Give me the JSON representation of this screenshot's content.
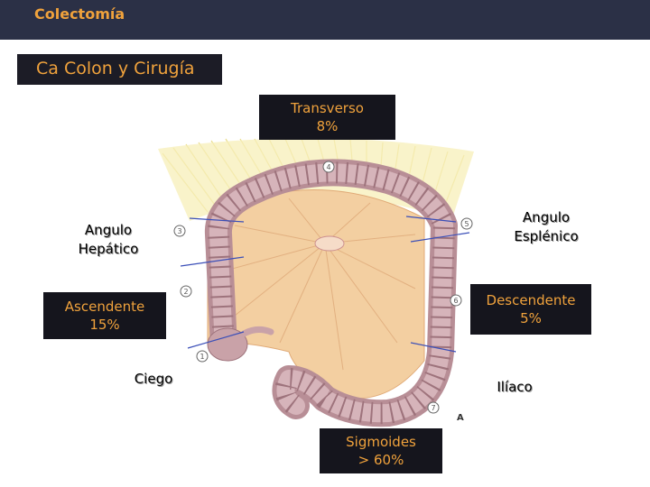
{
  "header": {
    "title": "Colectomía"
  },
  "subtitle": "Ca Colon y Cirugía",
  "boxes": {
    "transverso": {
      "name": "Transverso",
      "value": "8%"
    },
    "ascendente": {
      "name": "Ascendente",
      "value": "15%"
    },
    "descendente": {
      "name": "Descendente",
      "value": "5%"
    },
    "sigmoides": {
      "name": "Sigmoides",
      "value": "> 60%"
    }
  },
  "labels": {
    "hepatico_1": "Angulo",
    "hepatico_2": "Hepático",
    "esplenico_1": "Angulo",
    "esplenico_2": "Esplénico",
    "ciego": "Ciego",
    "iliaco": "Ilíaco"
  },
  "figure": {
    "markers": [
      "1",
      "2",
      "3",
      "4",
      "5",
      "6",
      "7"
    ],
    "panel_letter": "A"
  },
  "colors": {
    "accent": "#f0a23c",
    "header_bg": "#2b3046",
    "box_bg": "#15151d",
    "colon": "#c9a2a8",
    "mesentery": "#f3cfa1",
    "fat": "#f6eeb0"
  }
}
